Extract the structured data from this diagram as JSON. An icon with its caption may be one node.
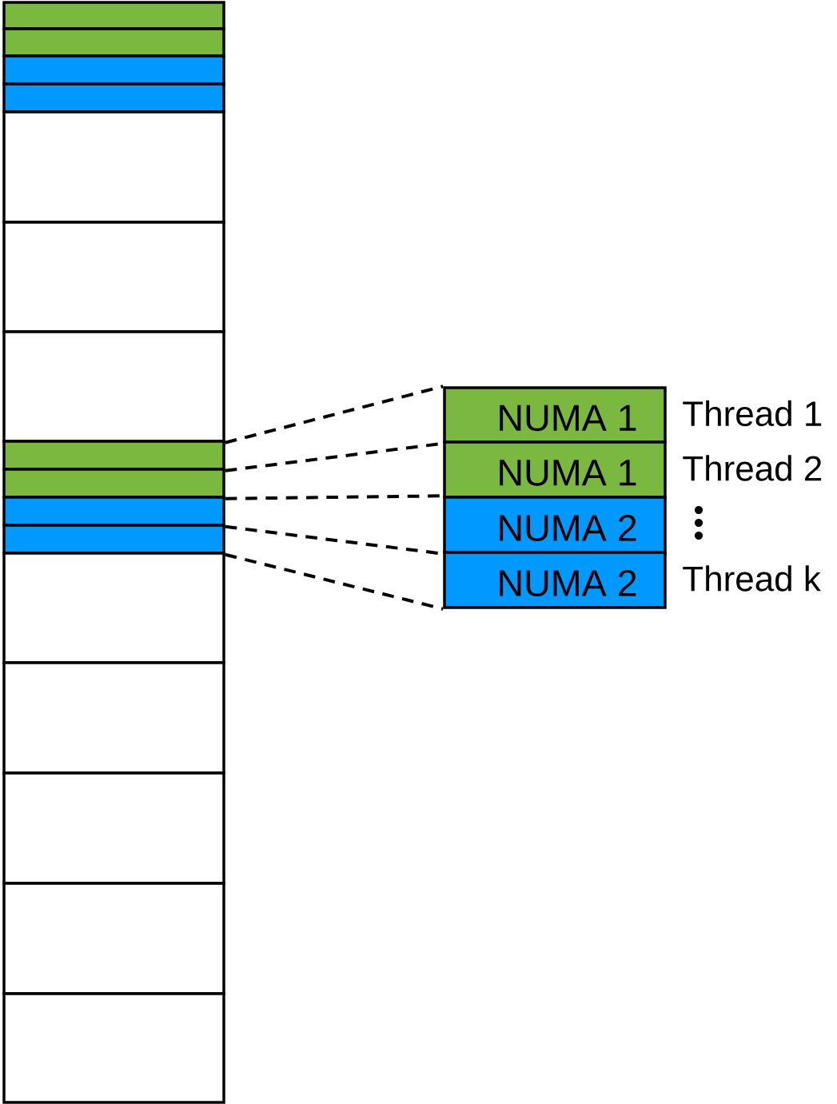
{
  "diagram": {
    "nodes": [
      {
        "text": [],
        "shape": "bar"
      },
      {
        "text": [],
        "shape": "bar"
      },
      {
        "text": [],
        "shape": "bar"
      },
      {
        "text": [],
        "shape": "bar"
      },
      {
        "text": [],
        "shape": "box"
      },
      {
        "text": [],
        "shape": "box"
      },
      {
        "text": [],
        "shape": "box"
      },
      {
        "text": [],
        "shape": "bar"
      },
      {
        "text": [],
        "shape": "bar"
      },
      {
        "text": [],
        "shape": "bar"
      },
      {
        "text": [],
        "shape": "bar"
      },
      {
        "text": [],
        "shape": "box"
      },
      {
        "text": [],
        "shape": "box"
      },
      {
        "text": [],
        "shape": "box"
      },
      {
        "text": [],
        "shape": "box"
      },
      {
        "text": [],
        "shape": "box"
      },
      {
        "text": [
          "NUMA 1"
        ],
        "beside": [
          "Thread 1"
        ]
      },
      {
        "text": [
          "NUMA 1"
        ],
        "beside": [
          "Thread 2"
        ]
      },
      {
        "text": [
          "NUMA 2"
        ]
      },
      {
        "text": [
          "NUMA 2"
        ],
        "beside": [
          "Thread k"
        ]
      }
    ],
    "edges": [
      {
        "from": 6,
        "to": 16,
        "arrow": "none",
        "style": "dashed"
      },
      {
        "from": 7,
        "to": 16,
        "arrow": "none",
        "style": "dashed"
      },
      {
        "from": 8,
        "to": 18,
        "arrow": "none",
        "style": "dashed"
      },
      {
        "from": 9,
        "to": 18,
        "arrow": "none",
        "style": "dashed"
      },
      {
        "from": 10,
        "to": 19,
        "arrow": "none",
        "style": "dashed"
      }
    ]
  }
}
